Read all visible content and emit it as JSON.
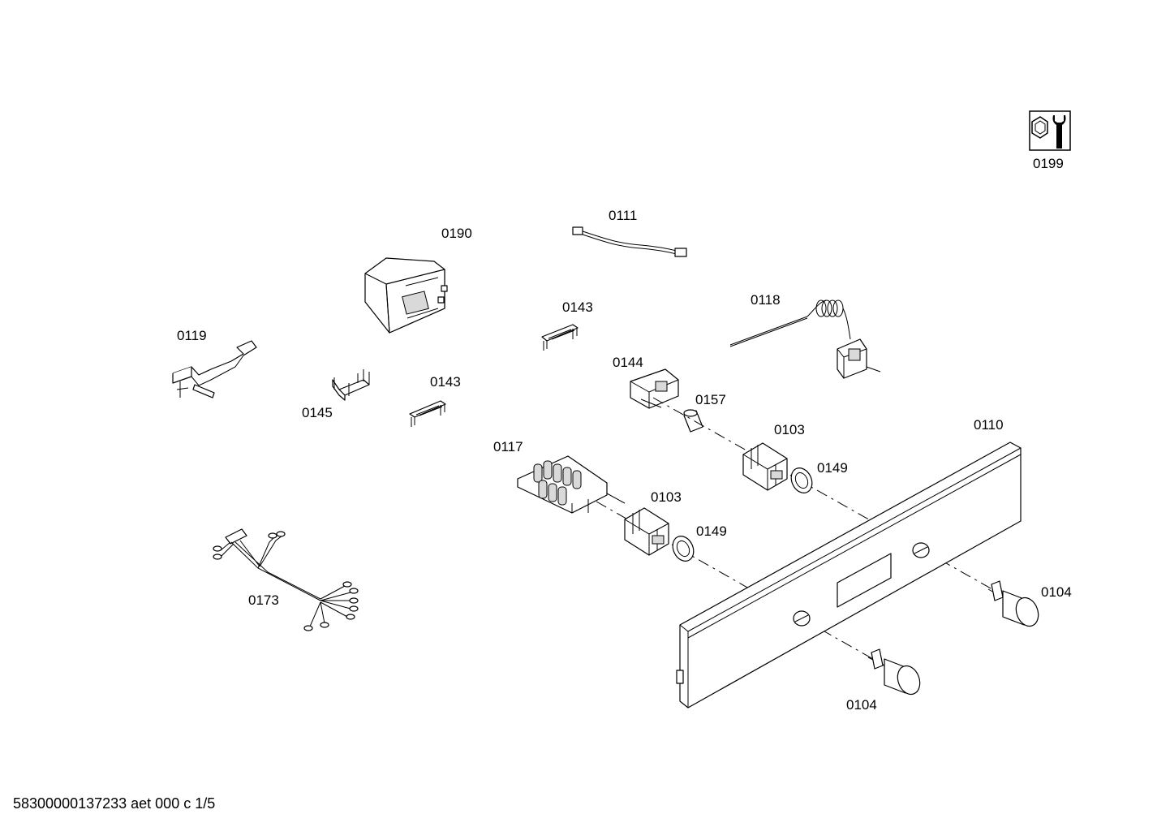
{
  "callouts": {
    "c0199": "0199",
    "c0111": "0111",
    "c0190": "0190",
    "c0143a": "0143",
    "c0118": "0118",
    "c0119": "0119",
    "c0144": "0144",
    "c0145": "0145",
    "c0143b": "0143",
    "c0157": "0157",
    "c0103a": "0103",
    "c0110": "0110",
    "c0117": "0117",
    "c0149a": "0149",
    "c0103b": "0103",
    "c0149b": "0149",
    "c0104a": "0104",
    "c0173": "0173",
    "c0104b": "0104"
  },
  "footer": {
    "document_id": "58300000137233 aet 000 c 1/5"
  },
  "icons": {
    "service_icon": "wrench-nut-icon"
  }
}
